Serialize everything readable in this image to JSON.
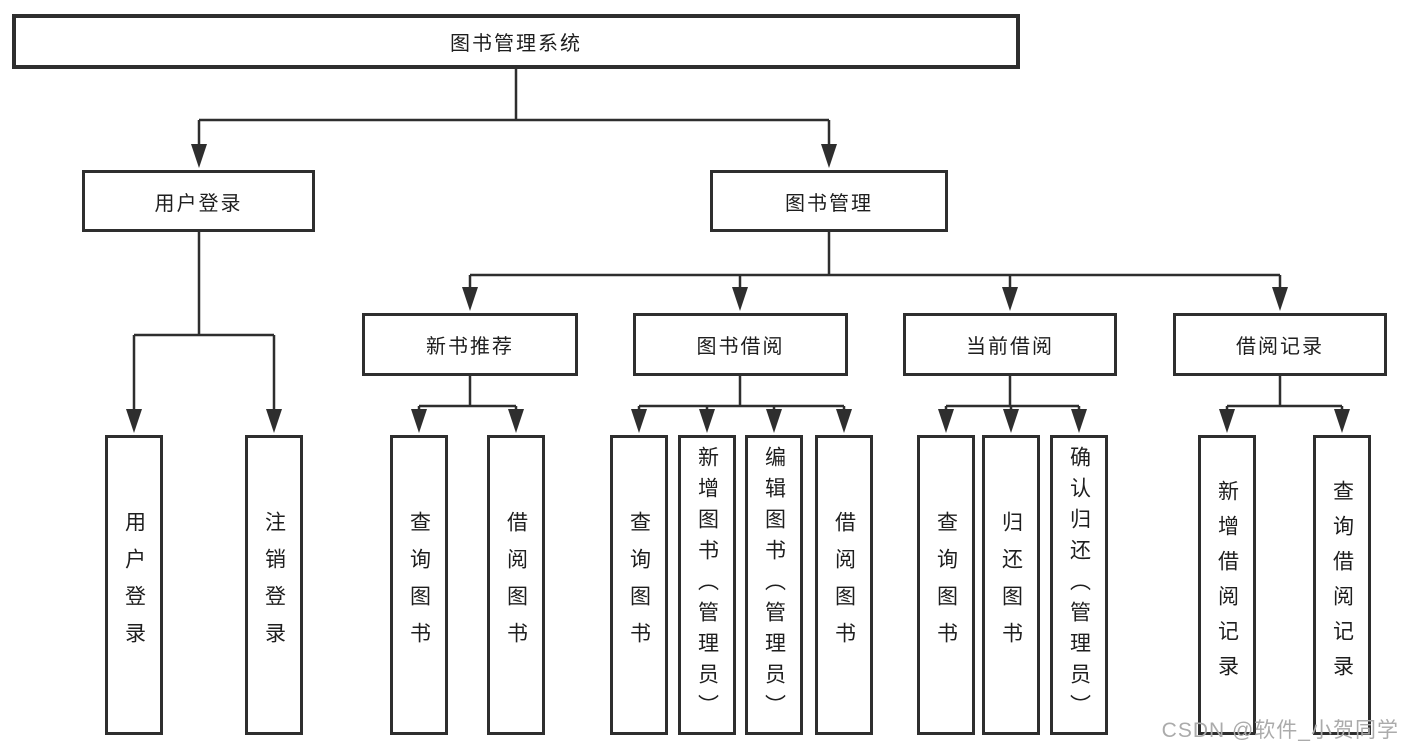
{
  "diagram": {
    "root": {
      "label": "图书管理系统"
    },
    "user_login": {
      "label": "用户登录",
      "children": [
        "用户登录",
        "注销登录"
      ]
    },
    "book_management": {
      "label": "图书管理",
      "sections": {
        "new_book_recommend": {
          "label": "新书推荐",
          "children": [
            "查询图书",
            "借阅图书"
          ]
        },
        "book_borrowing": {
          "label": "图书借阅",
          "children": [
            "查询图书",
            "新增图书（管理员）",
            "编辑图书（管理员）",
            "借阅图书"
          ]
        },
        "current_borrowing": {
          "label": "当前借阅",
          "children": [
            "查询图书",
            "归还图书",
            "确认归还（管理员）"
          ]
        },
        "borrowing_records": {
          "label": "借阅记录",
          "children": [
            "新增借阅记录",
            "查询借阅记录"
          ]
        }
      }
    }
  },
  "watermark": "CSDN @软件_小贺同学",
  "colors": {
    "line": "#2e2e2e",
    "box_border": "#2e2e2e",
    "text": "#1e1e1e",
    "watermark": "#ababab",
    "background": "#ffffff"
  }
}
